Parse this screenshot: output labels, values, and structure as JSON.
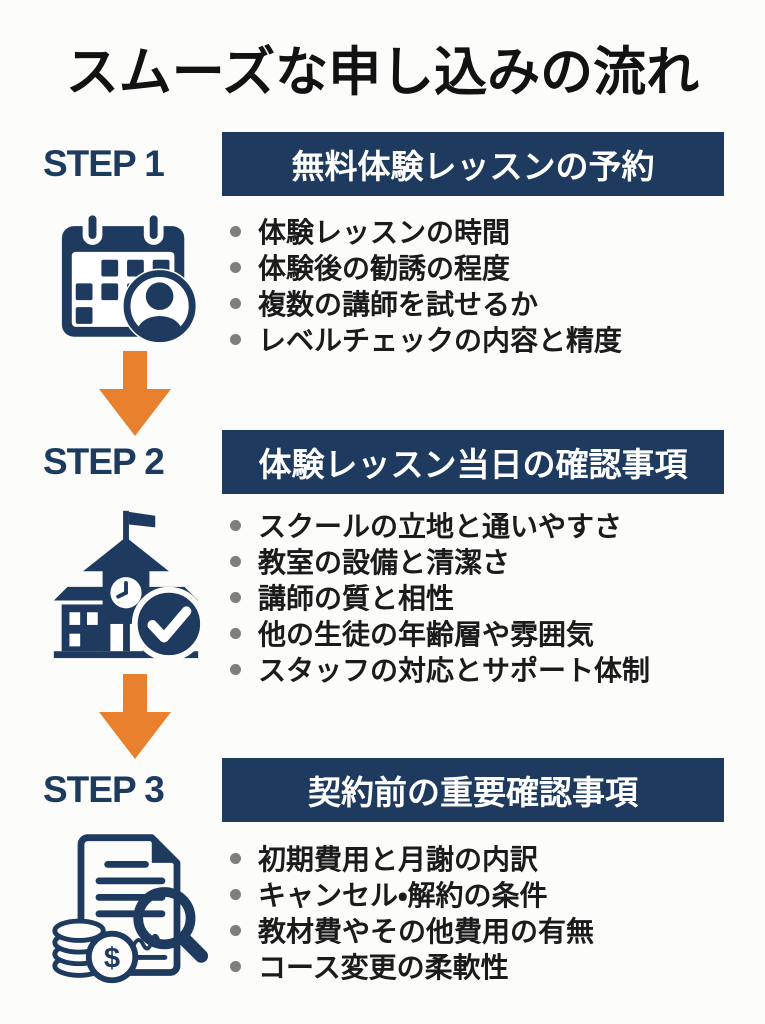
{
  "title": "スムーズな申し込みの流れ",
  "colors": {
    "navy": "#1e3a5f",
    "orange": "#e8802d",
    "bullet_gray": "#7e7e7e",
    "text_black": "#1b1b1b",
    "header_text": "#ffffff",
    "background": "#fcfcfa"
  },
  "arrow_icon": "down-arrow-icon",
  "steps": [
    {
      "label": "STEP 1",
      "header": "無料体験レッスンの予約",
      "icon": "calendar-user-icon",
      "items": [
        "体験レッスンの時間",
        "体験後の勧誘の程度",
        "複数の講師を試せるか",
        "レベルチェックの内容と精度"
      ]
    },
    {
      "label": "STEP 2",
      "header": "体験レッスン当日の確認事項",
      "icon": "school-check-icon",
      "items": [
        "スクールの立地と通いやすさ",
        "教室の設備と清潔さ",
        "講師の質と相性",
        "他の生徒の年齢層や雰囲気",
        "スタッフの対応とサポート体制"
      ]
    },
    {
      "label": "STEP 3",
      "header": "契約前の重要確認事項",
      "icon": "document-search-coins-icon",
      "coin_symbol": "$",
      "items": [
        "初期費用と月謝の内訳",
        "キャンセル・解約の条件",
        "教材費やその他費用の有無",
        "コース変更の柔軟性"
      ]
    }
  ]
}
